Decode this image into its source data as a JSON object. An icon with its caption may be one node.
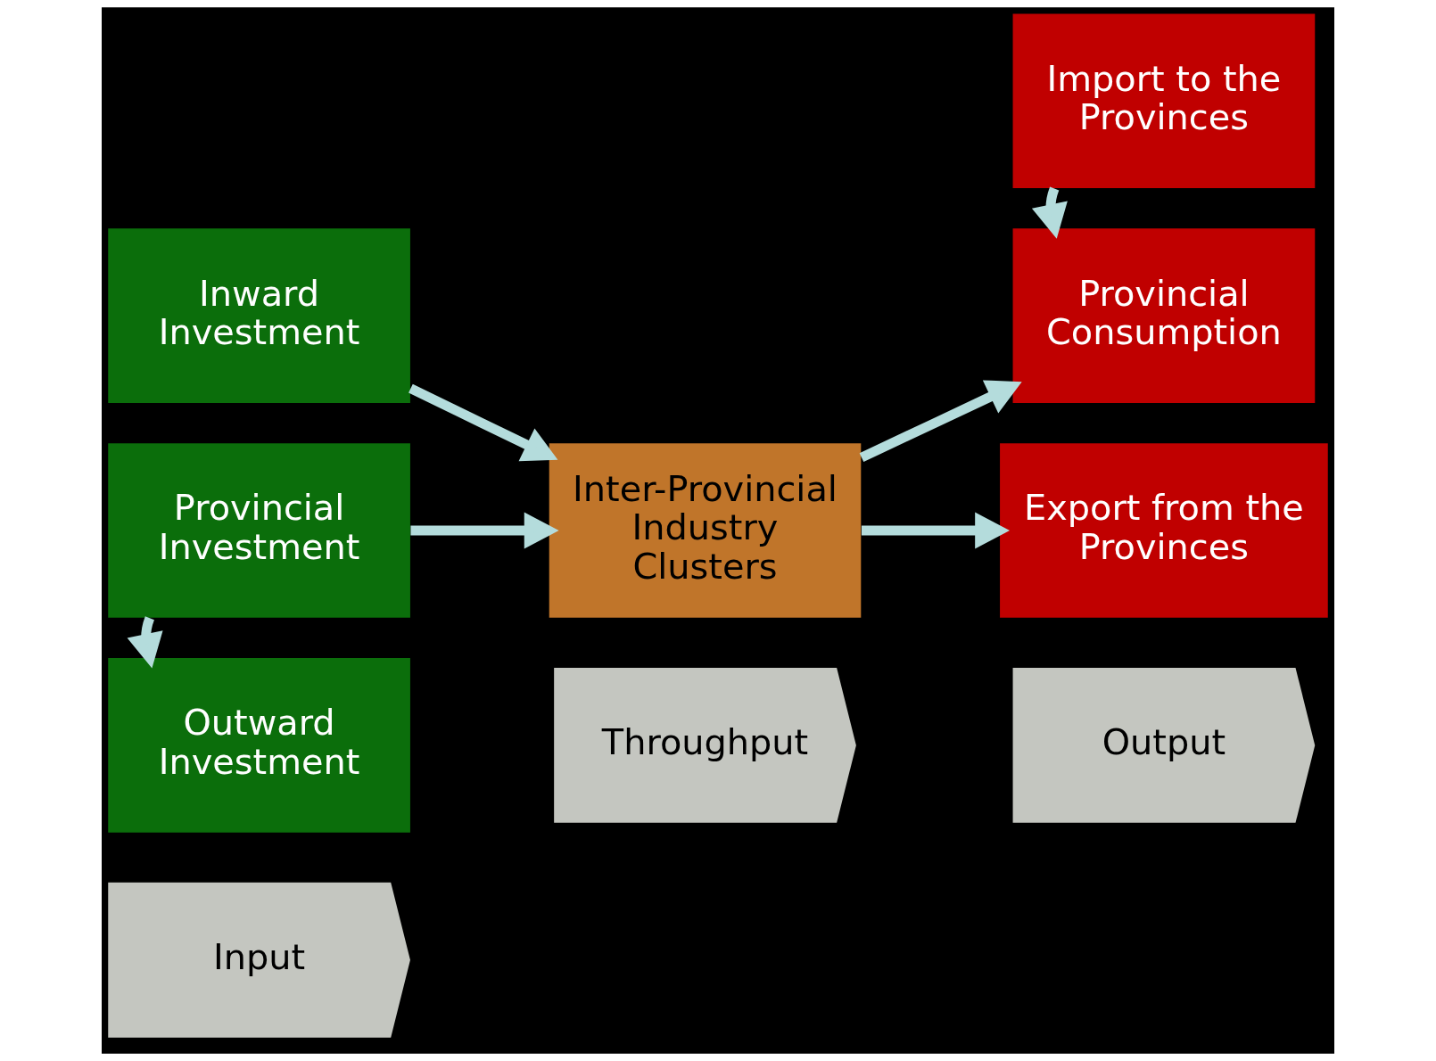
{
  "diagram": {
    "nodes": [
      {
        "text": [
          "Inward Investment"
        ]
      },
      {
        "text": [
          "Provincial Investment"
        ]
      },
      {
        "text": [
          "Outward Investment"
        ]
      },
      {
        "text": [
          "Inter-Provincial Industry Clusters"
        ]
      },
      {
        "text": [
          "Import to the Provinces"
        ]
      },
      {
        "text": [
          "Provincial Consumption"
        ]
      },
      {
        "text": [
          "Export from the Provinces"
        ]
      },
      {
        "text": [
          "Input"
        ]
      },
      {
        "text": [
          "Throughput"
        ]
      },
      {
        "text": [
          "Output"
        ]
      }
    ],
    "edges": [
      {
        "from": 0,
        "to": 3,
        "arrow": "to"
      },
      {
        "from": 1,
        "to": 3,
        "arrow": "to"
      },
      {
        "from": 1,
        "to": 2,
        "arrow": "to"
      },
      {
        "from": 3,
        "to": 5,
        "arrow": "to"
      },
      {
        "from": 4,
        "to": 5,
        "arrow": "to"
      },
      {
        "from": 3,
        "to": 6,
        "arrow": "to"
      }
    ]
  }
}
